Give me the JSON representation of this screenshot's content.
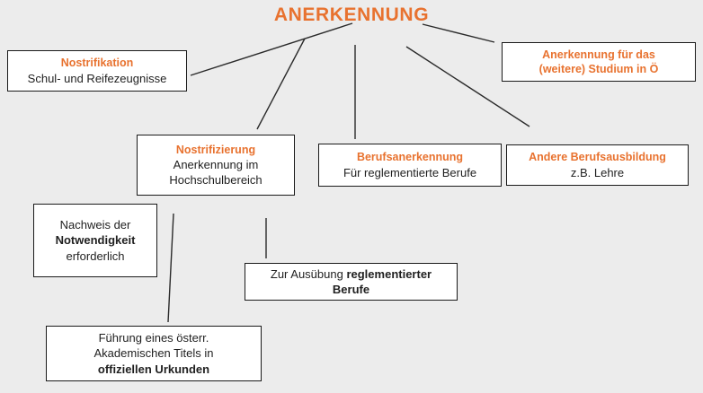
{
  "diagram": {
    "title": "ANERKENNUNG",
    "background_color": "#ececec",
    "accent_color": "#e8722f",
    "text_color": "#1f1f1f",
    "border_color": "#1a1a1a",
    "nodes": [
      {
        "id": "nostrifikation",
        "heading": "Nostrifikation",
        "subtitle": "Schul- und Reifezeugnisse"
      },
      {
        "id": "studium",
        "heading_line1": "Anerkennung für das",
        "heading_line2": "(weitere) Studium in Ö"
      },
      {
        "id": "nostrifizierung",
        "heading": "Nostrifizierung",
        "subtitle_line1": "Anerkennung im",
        "subtitle_line2": "Hochschulbereich"
      },
      {
        "id": "berufsanerkennung",
        "heading": "Berufsanerkennung",
        "subtitle": "Für reglementierte Berufe"
      },
      {
        "id": "andere-berufsausbildung",
        "heading": "Andere Berufsausbildung",
        "subtitle": "z.B. Lehre"
      },
      {
        "id": "notwendigkeit",
        "line1": "Nachweis der",
        "line2_bold": "Notwendigkeit",
        "line3": "erforderlich"
      },
      {
        "id": "ausuebung",
        "line1_plain": "Zur Ausübung ",
        "line1_bold": "reglementierter",
        "line2_bold": "Berufe"
      },
      {
        "id": "fuehrung",
        "line1": "Führung eines österr.",
        "line2": "Akademischen Titels in",
        "line3_bold": "offiziellen Urkunden"
      }
    ]
  }
}
